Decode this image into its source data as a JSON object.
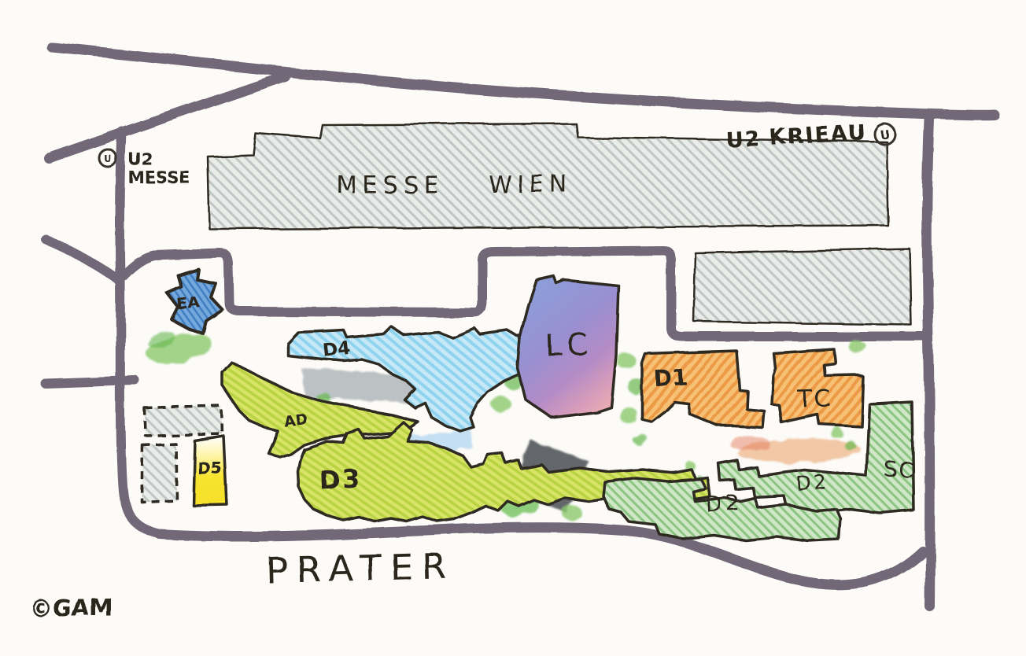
{
  "map": {
    "copyright": "©GAM",
    "park_label": "PRATER",
    "stations": {
      "messe": {
        "line": "U2",
        "name": "MESSE",
        "symbol": "U"
      },
      "krieau": {
        "name": "U2 KRIEAU",
        "symbol": "U"
      }
    },
    "venues": {
      "messe_wien": "MESSE WIEN"
    },
    "buildings": {
      "ea": "EA",
      "d4": "D4",
      "lc": "LC",
      "d1": "D1",
      "tc": "TC",
      "ad": "AD",
      "d3": "D3",
      "d5": "D5",
      "d2_north": "D2",
      "d2_south": "D2",
      "sc": "SC"
    },
    "colors": {
      "road": "#6d6372",
      "ink": "#2c251e",
      "messe_hall_fill": "#e9ece9",
      "ea_blue": "#74a9dd",
      "d4_light_blue": "#c6e8f7",
      "lc_blue": "#8aa0da",
      "lc_purple": "#9a8fd0",
      "lc_pink": "#e8abb4",
      "d1_tc_orange": "#f6c075",
      "ad_d3_yellow_green": "#d8e466",
      "d5_yellow": "#f7e42e",
      "d2_sc_green": "#cfe7c6",
      "tree_green": "#8cc96d"
    }
  }
}
